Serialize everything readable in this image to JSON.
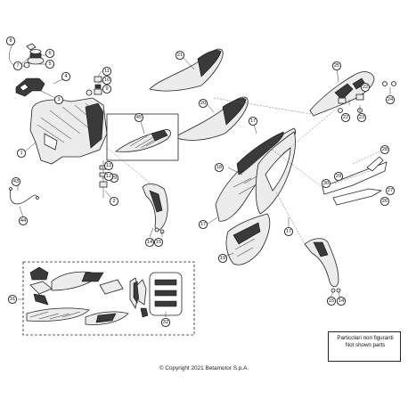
{
  "callouts": {
    "c1": "1",
    "c2": "2",
    "c3": "3",
    "c4": "4",
    "c5": "5",
    "c6": "6",
    "c7": "7",
    "c8": "8",
    "c9": "9",
    "c10": "10",
    "c11": "11",
    "c12": "12",
    "c13": "13",
    "c14a": "14",
    "c15a": "15",
    "c14b": "14",
    "c15b": "15",
    "c16": "16",
    "c17a": "17",
    "c17b": "17",
    "c17c": "17",
    "c18": "18",
    "c19": "19",
    "c20": "20",
    "c21": "21",
    "c22a": "22",
    "c22b": "22",
    "c23": "23",
    "c24": "24",
    "c25": "25",
    "c26": "26",
    "c27": "27",
    "c28": "28",
    "c29a": "29",
    "c29b": "29",
    "c30": "30",
    "c31": "31",
    "c32": "32",
    "c43": "43",
    "c44": "44",
    "c45": "45",
    "c51": "51"
  },
  "note": {
    "line1": "Particolari non figuranti",
    "line2": "Not shown parts"
  },
  "copyright": "© Copyright 2021 Betamotor S.p.A.",
  "colors": {
    "line": "#222222",
    "fill": "#ececec",
    "dark": "#3a3a3a"
  }
}
